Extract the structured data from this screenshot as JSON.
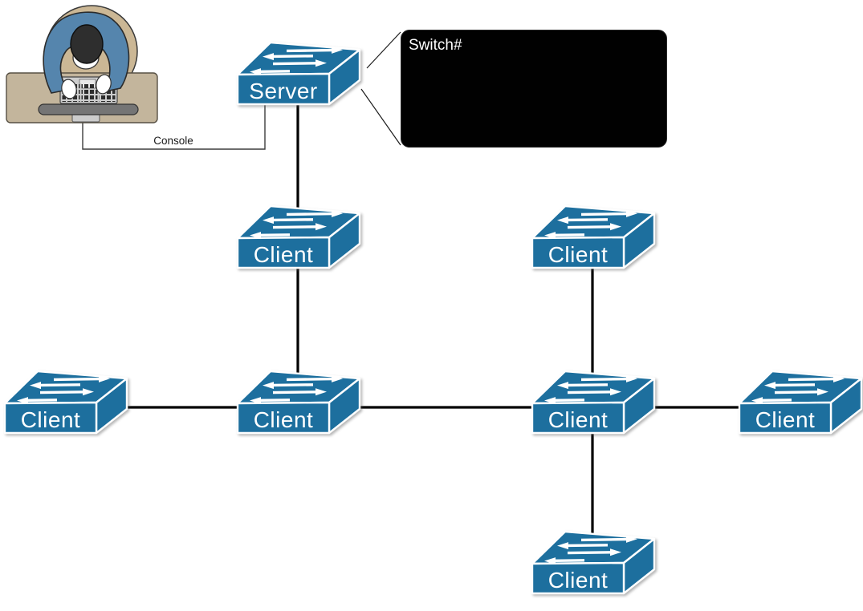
{
  "terminal": {
    "prompt": "Switch#"
  },
  "console": {
    "label": "Console"
  },
  "nodes": [
    {
      "id": "server",
      "label": "Server"
    },
    {
      "id": "client-mid-top",
      "label": "Client"
    },
    {
      "id": "client-right-top",
      "label": "Client"
    },
    {
      "id": "client-far-left",
      "label": "Client"
    },
    {
      "id": "client-mid-left",
      "label": "Client"
    },
    {
      "id": "client-mid-right",
      "label": "Client"
    },
    {
      "id": "client-far-right",
      "label": "Client"
    },
    {
      "id": "client-bottom",
      "label": "Client"
    }
  ],
  "colors": {
    "switch_blue": "#1d6f9e",
    "link_black": "#000000",
    "terminal_bg": "#010101",
    "terminal_text": "#ffffff",
    "desk_tan": "#c3b59c",
    "chair_tan": "#cbb795",
    "shirt_blue": "#5585ad"
  }
}
